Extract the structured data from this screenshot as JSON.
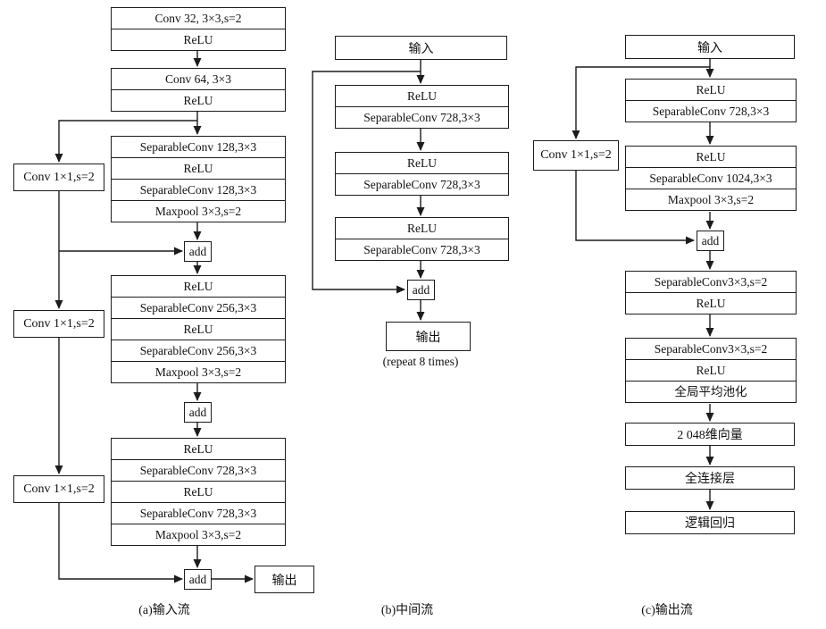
{
  "captions": {
    "a": "(a)输入流",
    "b": "(b)中间流",
    "c": "(c)输出流"
  },
  "common": {
    "input": "输入",
    "output": "输出",
    "add": "add",
    "repeat_note": "(repeat 8 times)"
  },
  "entry_flow": {
    "conv_block1": [
      "Conv 32, 3×3,s=2",
      "ReLU"
    ],
    "conv_block2": [
      "Conv 64, 3×3",
      "ReLU"
    ],
    "sep_block128": [
      "SeparableConv 128,3×3",
      "ReLU",
      "SeparableConv 128,3×3",
      "Maxpool 3×3,s=2"
    ],
    "sep_block256": [
      "ReLU",
      "SeparableConv 256,3×3",
      "ReLU",
      "SeparableConv 256,3×3",
      "Maxpool 3×3,s=2"
    ],
    "sep_block728": [
      "ReLU",
      "SeparableConv 728,3×3",
      "ReLU",
      "SeparableConv 728,3×3",
      "Maxpool 3×3,s=2"
    ],
    "shortcut1": "Conv 1×1,s=2",
    "shortcut2": "Conv 1×1,s=2",
    "shortcut3": "Conv 1×1,s=2"
  },
  "middle_flow": {
    "sep_block1": [
      "ReLU",
      "SeparableConv 728,3×3"
    ],
    "sep_block2": [
      "ReLU",
      "SeparableConv 728,3×3"
    ],
    "sep_block3": [
      "ReLU",
      "SeparableConv 728,3×3"
    ]
  },
  "exit_flow": {
    "shortcut": "Conv 1×1,s=2",
    "sep_block728": [
      "ReLU",
      "SeparableConv 728,3×3"
    ],
    "sep_block1024": [
      "ReLU",
      "SeparableConv 1024,3×3",
      "Maxpool 3×3,s=2"
    ],
    "sep_stride_block1": [
      "SeparableConv3×3,s=2",
      "ReLU"
    ],
    "sep_stride_block2": [
      "SeparableConv3×3,s=2",
      "ReLU",
      "全局平均池化"
    ],
    "vector": "2 048维向量",
    "fc": "全连接层",
    "logistic": "逻辑回归"
  }
}
